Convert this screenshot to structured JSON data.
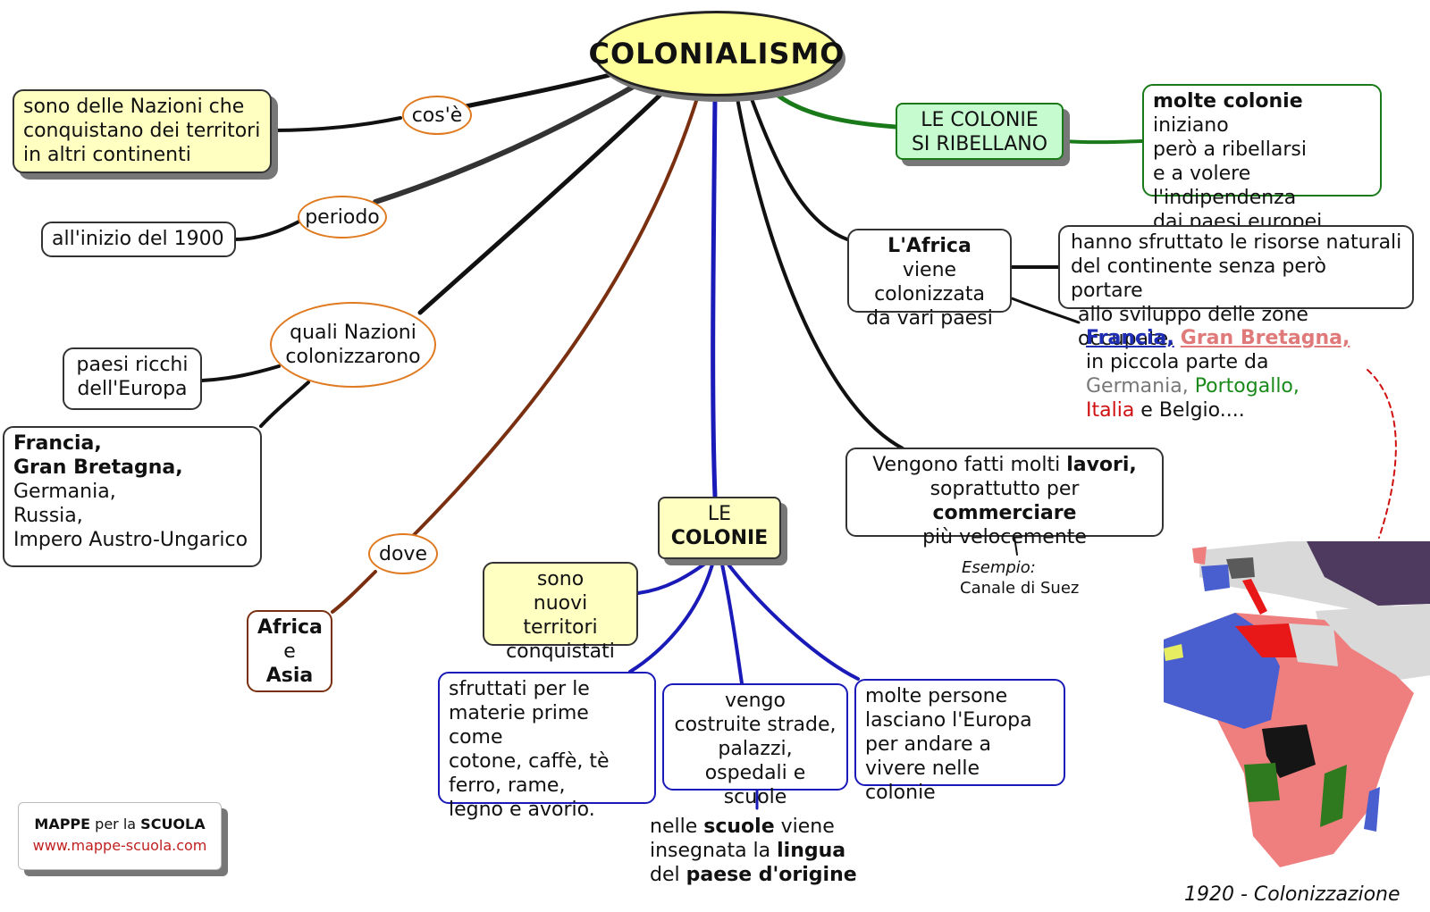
{
  "title": "COLONIALISMO",
  "cos_e": {
    "label": "cos'è",
    "text": [
      "sono delle Nazioni che",
      "conquistano dei territori",
      "in altri continenti"
    ]
  },
  "periodo": {
    "label": "periodo",
    "text": "all'inizio del 1900"
  },
  "quali_nazioni": {
    "label": [
      "quali Nazioni",
      "colonizzarono"
    ],
    "ricchi": [
      "paesi ricchi",
      "dell'Europa"
    ],
    "elenco": [
      "Francia,",
      "Gran Bretagna,",
      "Germania,",
      "Russia,",
      "Impero Austro-Ungarico"
    ]
  },
  "dove": {
    "label": "dove",
    "luoghi": [
      "Africa",
      "e",
      "Asia"
    ]
  },
  "le_colonie": {
    "label": [
      "LE",
      "COLONIE"
    ],
    "sono": [
      "sono",
      "nuovi territori",
      "conquistati"
    ],
    "sfruttati": [
      "sfruttati per le",
      "materie prime come",
      "cotone, caffè, tè",
      "ferro, rame,",
      "legno e avorio."
    ],
    "costruite": [
      "vengo",
      "costruite strade,",
      "palazzi,",
      "ospedali e scuole"
    ],
    "persone": [
      "molte persone",
      "lasciano l'Europa",
      "per andare a",
      "vivere nelle colonie"
    ],
    "scuole": {
      "l1a": "nelle ",
      "l1b": "scuole",
      "l1c": " viene",
      "l2a": "insegnata la ",
      "l2b": "lingua",
      "l3a": "del ",
      "l3b": "paese d'origine"
    }
  },
  "ribellano": {
    "label": [
      "LE COLONIE",
      "SI RIBELLANO"
    ],
    "l1a": "molte colonie",
    "l1b": " iniziano",
    "l2": "però a ribellarsi",
    "l3": "e a volere l'indipendenza",
    "l4": "dai paesi europei."
  },
  "africa": {
    "l1a": "L'Africa",
    "l1b": " viene",
    "l2": "colonizzata",
    "l3": "da vari paesi",
    "sfruttato": [
      "hanno sfruttato le risorse naturali",
      "del continente senza però portare",
      "allo sviluppo delle zone occupate."
    ],
    "paesi": {
      "francia": "Francia,",
      "gb": "Gran Bretagna,",
      "l2": "in piccola parte da",
      "germania": "Germania,",
      "portogallo": "Portogallo,",
      "italia": "Italia",
      "belgio": " e Belgio...."
    }
  },
  "lavori": {
    "l1a": "Vengono fatti molti ",
    "l1b": "lavori,",
    "l2a": "soprattutto per ",
    "l2b": "commerciare",
    "l3": "più velocemente",
    "esempio_label": "Esempio:",
    "esempio": "Canale di Suez"
  },
  "map_caption": "1920 - Colonizzazione",
  "logo": {
    "l1a": "MAPPE",
    "l1b": " per la ",
    "l1c": "SCUOLA",
    "url": "www.mappe-scuola.com"
  },
  "colors": {
    "france": "#4a5fcf",
    "britain": "#ef7f7f",
    "italy": "#e81818",
    "belgium": "#151515",
    "portugal": "#2f7a1f",
    "russia": "#4e3a5e",
    "germany": "#5a5a5a",
    "spain": "#e6ed60",
    "independent": "#d9d9d9"
  }
}
